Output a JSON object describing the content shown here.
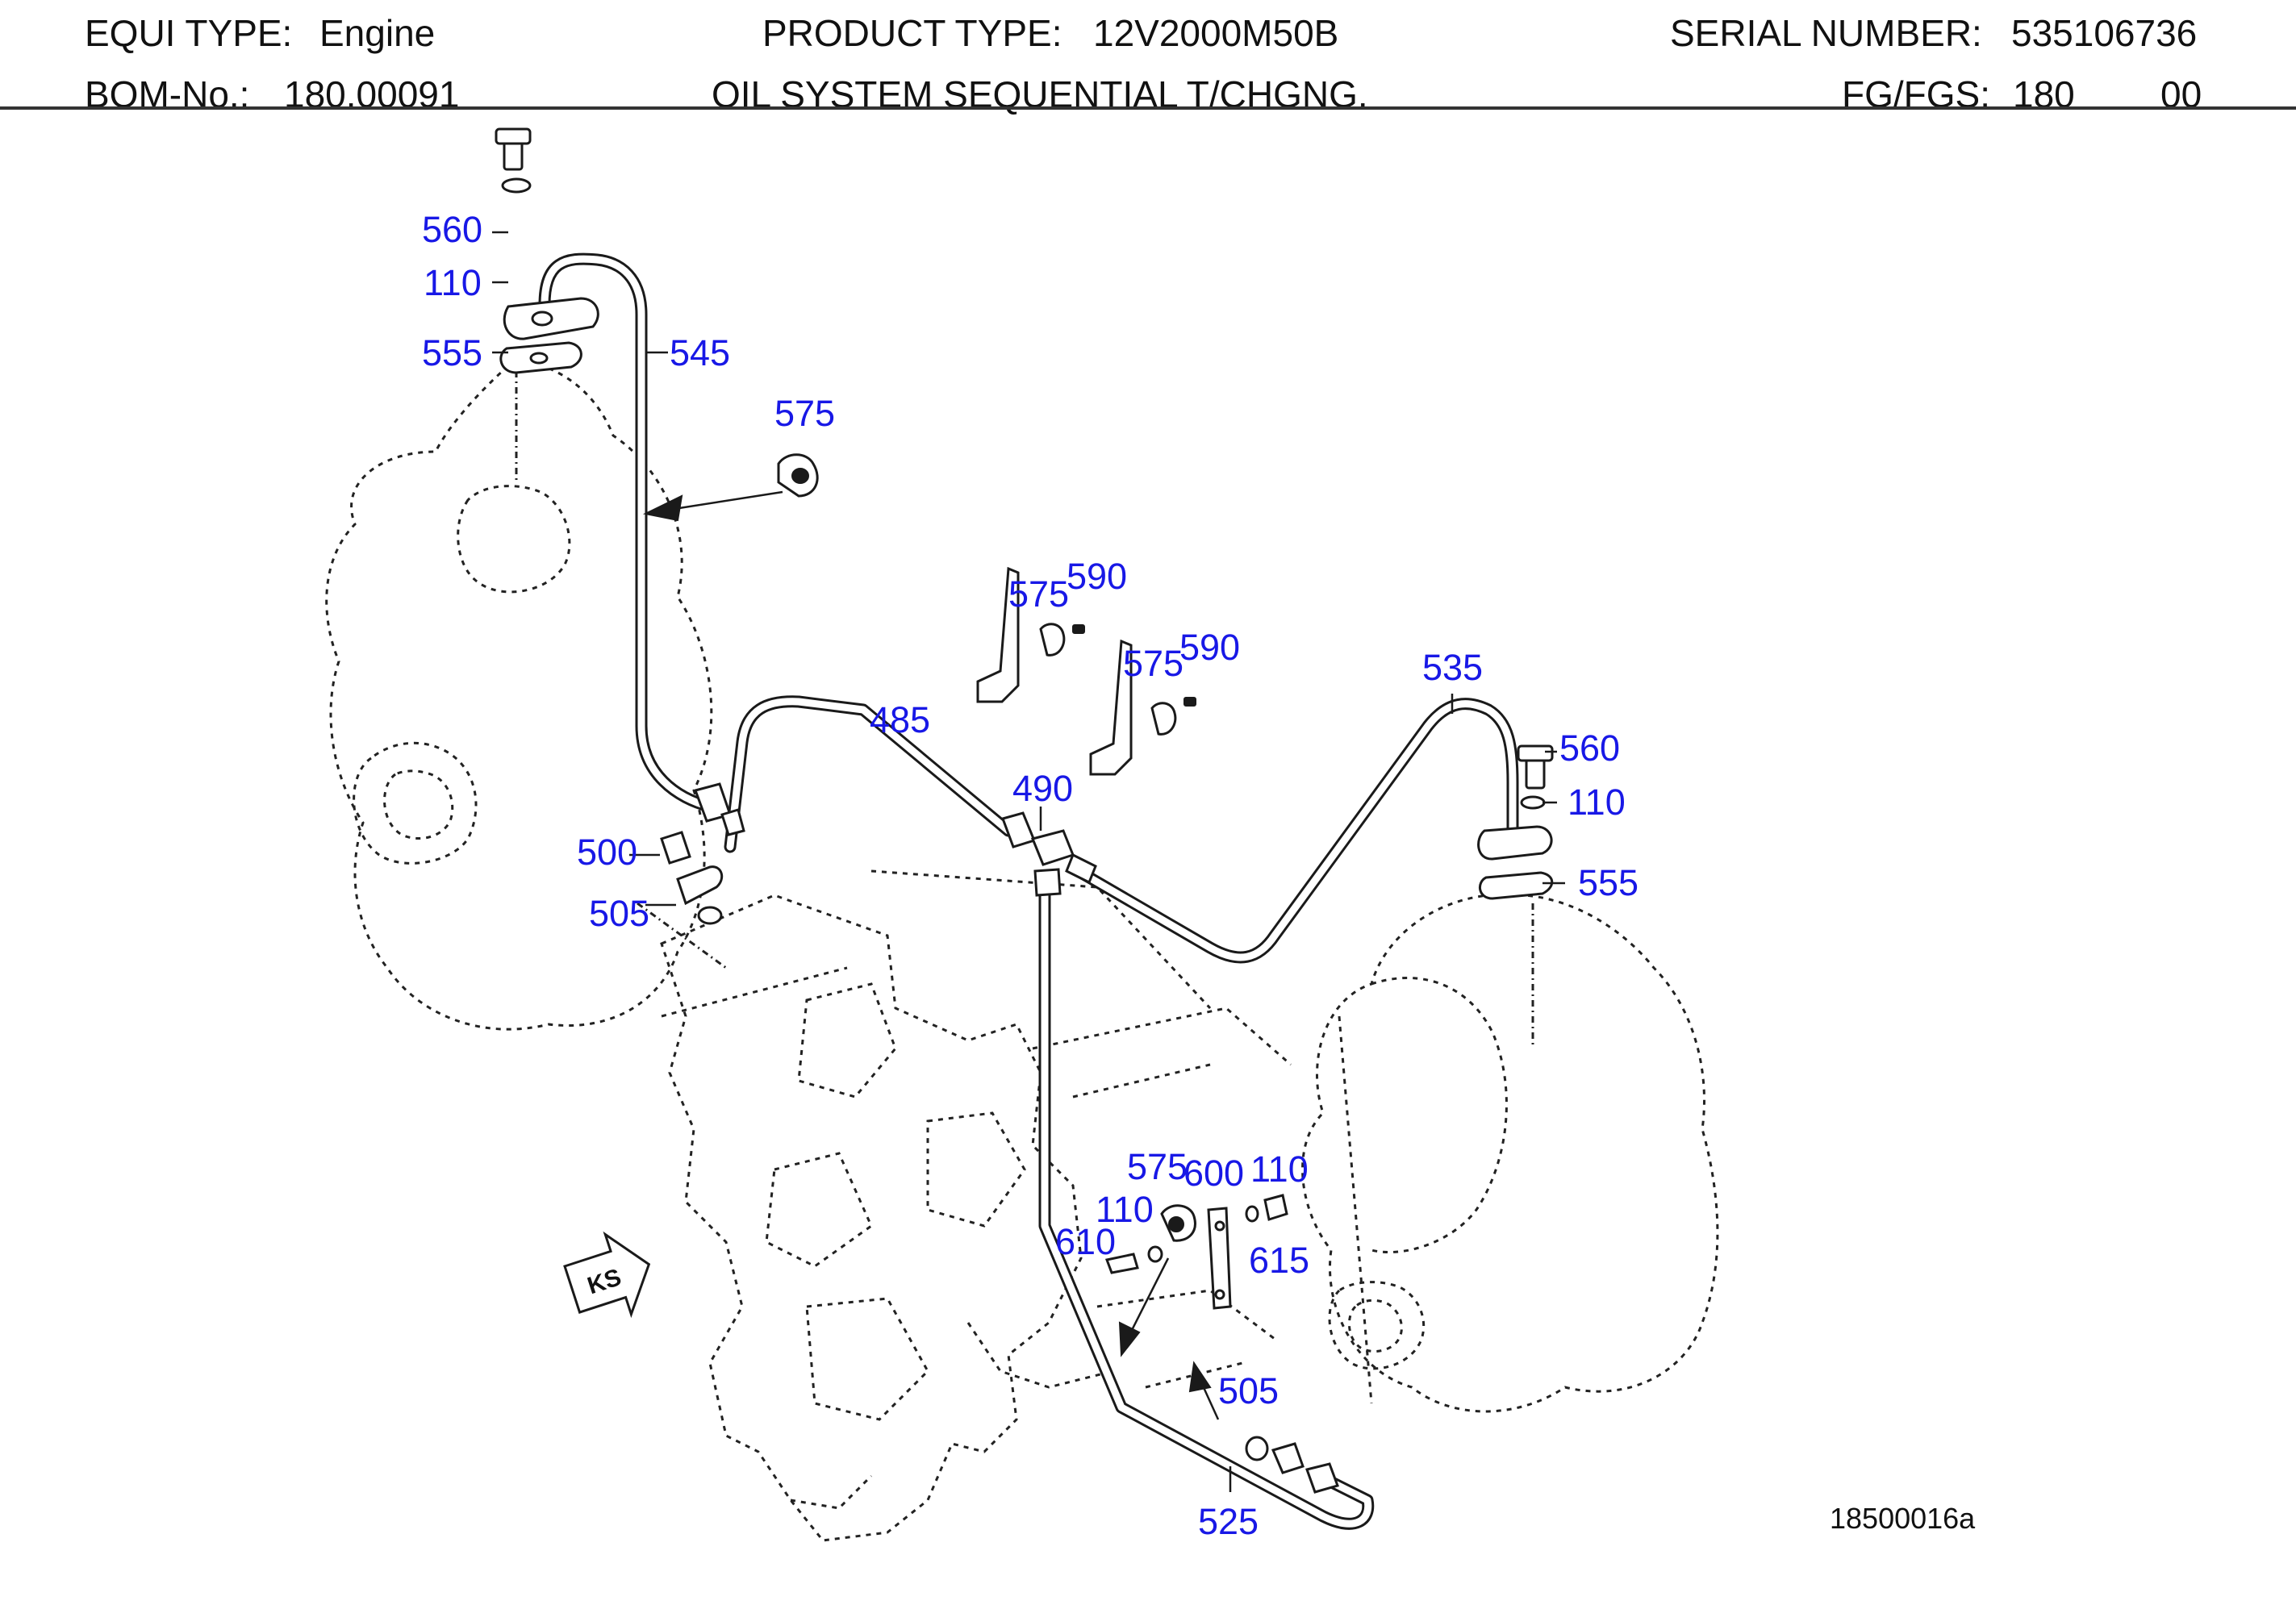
{
  "header": {
    "equi_type_label": "EQUI TYPE:",
    "equi_type_value": "Engine",
    "product_type_label": "PRODUCT TYPE:",
    "product_type_value": "12V2000M50B",
    "serial_label": "SERIAL NUMBER:",
    "serial_value": "535106736",
    "bom_label": "BOM-No.:",
    "bom_value": "180.00091",
    "title": "OIL SYSTEM SEQUENTIAL T/CHGNG.",
    "fg_label": "FG/FGS:",
    "fg_value": "180",
    "fg_sub": "00"
  },
  "diagram": {
    "figure_id": "18500016a",
    "direction_mark": "KS",
    "callouts": [
      {
        "id": "c560a",
        "text": "560"
      },
      {
        "id": "c110a",
        "text": "110"
      },
      {
        "id": "c555a",
        "text": "555"
      },
      {
        "id": "c545",
        "text": "545"
      },
      {
        "id": "c575a",
        "text": "575"
      },
      {
        "id": "c575b",
        "text": "575"
      },
      {
        "id": "c590a",
        "text": "590"
      },
      {
        "id": "c575c",
        "text": "575"
      },
      {
        "id": "c590b",
        "text": "590"
      },
      {
        "id": "c535",
        "text": "535"
      },
      {
        "id": "c485",
        "text": "485"
      },
      {
        "id": "c560b",
        "text": "560"
      },
      {
        "id": "c110b",
        "text": "110"
      },
      {
        "id": "c490",
        "text": "490"
      },
      {
        "id": "c500",
        "text": "500"
      },
      {
        "id": "c555b",
        "text": "555"
      },
      {
        "id": "c505a",
        "text": "505"
      },
      {
        "id": "c575d",
        "text": "575"
      },
      {
        "id": "c600",
        "text": "600"
      },
      {
        "id": "c110c",
        "text": "110"
      },
      {
        "id": "c110d",
        "text": "110"
      },
      {
        "id": "c610",
        "text": "610"
      },
      {
        "id": "c615",
        "text": "615"
      },
      {
        "id": "c505b",
        "text": "505"
      },
      {
        "id": "c525",
        "text": "525"
      }
    ]
  }
}
